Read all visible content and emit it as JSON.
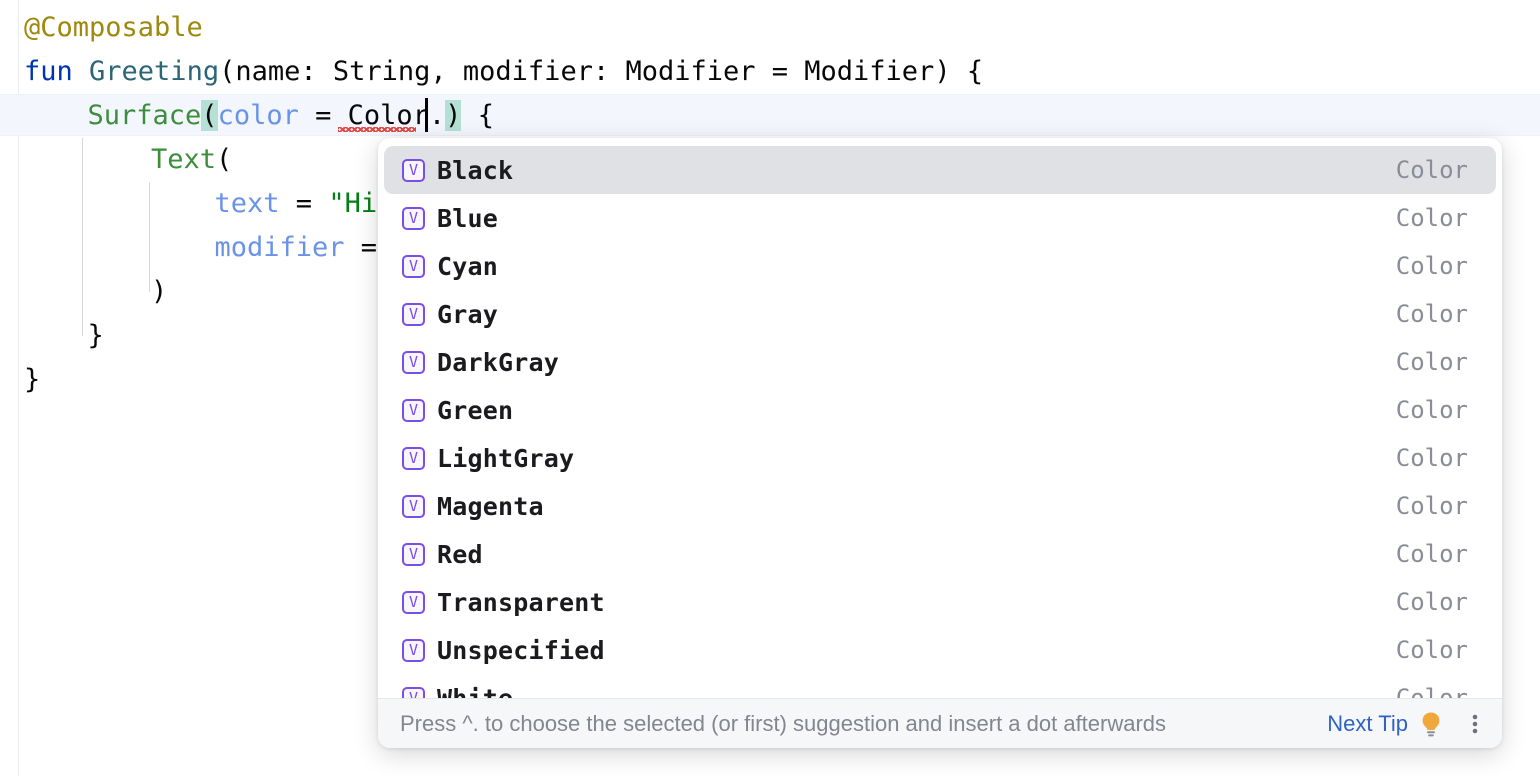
{
  "editor": {
    "lines": [
      {
        "indent": 0,
        "segments": [
          {
            "text": "@Composable",
            "cls": "tok-annotation"
          }
        ]
      },
      {
        "indent": 0,
        "segments": [
          {
            "text": "fun ",
            "cls": "tok-keyword"
          },
          {
            "text": "Greeting",
            "cls": "tok-funcdecl"
          },
          {
            "text": "(name: String, modifier: Modifier = Modifier) {",
            "cls": "tok-plain"
          }
        ]
      },
      {
        "indent": 1,
        "segments": [
          {
            "text": "Surface",
            "cls": "tok-call"
          },
          {
            "text": "(",
            "cls": "tok-plain brace-match"
          },
          {
            "text": "color",
            "cls": "tok-namedarg"
          },
          {
            "text": " = ",
            "cls": "tok-plain"
          },
          {
            "text": "Color.",
            "cls": "tok-plain"
          },
          {
            "text": ")",
            "cls": "tok-plain brace-match"
          },
          {
            "text": " {",
            "cls": "tok-plain"
          }
        ]
      },
      {
        "indent": 2,
        "segments": [
          {
            "text": "Text",
            "cls": "tok-call"
          },
          {
            "text": "(",
            "cls": "tok-plain"
          }
        ]
      },
      {
        "indent": 3,
        "segments": [
          {
            "text": "text",
            "cls": "tok-namedarg"
          },
          {
            "text": " = ",
            "cls": "tok-plain"
          },
          {
            "text": "\"Hi,",
            "cls": "tok-string"
          }
        ]
      },
      {
        "indent": 3,
        "segments": [
          {
            "text": "modifier",
            "cls": "tok-namedarg"
          },
          {
            "text": " = ",
            "cls": "tok-plain"
          }
        ]
      },
      {
        "indent": 2,
        "segments": [
          {
            "text": ")",
            "cls": "tok-plain"
          }
        ]
      },
      {
        "indent": 1,
        "segments": [
          {
            "text": "}",
            "cls": "tok-plain"
          }
        ]
      },
      {
        "indent": 0,
        "segments": [
          {
            "text": "}",
            "cls": "tok-plain"
          }
        ]
      }
    ],
    "colors": {
      "annotation": "#9E880D",
      "keyword": "#0033B3",
      "function_declaration": "#2B6576",
      "function_call": "#3C8D3C",
      "named_argument": "#6A93E8",
      "string": "#067D17",
      "plain": "#080808",
      "brace_match_background": "#b5e0d6",
      "current_line_background": "#f3f7fd",
      "error_squiggle": "#e2403a"
    }
  },
  "completion": {
    "selected_index": 0,
    "icon_glyph": "V",
    "icon_name": "variable-kind-icon",
    "items": [
      {
        "label": "Black",
        "type": "Color"
      },
      {
        "label": "Blue",
        "type": "Color"
      },
      {
        "label": "Cyan",
        "type": "Color"
      },
      {
        "label": "Gray",
        "type": "Color"
      },
      {
        "label": "DarkGray",
        "type": "Color"
      },
      {
        "label": "Green",
        "type": "Color"
      },
      {
        "label": "LightGray",
        "type": "Color"
      },
      {
        "label": "Magenta",
        "type": "Color"
      },
      {
        "label": "Red",
        "type": "Color"
      },
      {
        "label": "Transparent",
        "type": "Color"
      },
      {
        "label": "Unspecified",
        "type": "Color"
      },
      {
        "label": "White",
        "type": "Color"
      }
    ],
    "colors": {
      "selected_row_background": "#dfe1e5",
      "icon_accent": "#7A4EE8",
      "type_text": "#8a8d98"
    }
  },
  "tip_bar": {
    "text": "Press ^. to choose the selected (or first) suggestion and insert a dot afterwards",
    "next_tip_label": "Next Tip",
    "bulb_icon_name": "lightbulb-icon",
    "menu_icon_name": "kebab-menu-icon",
    "colors": {
      "background": "#f6f7f9",
      "text": "#83868f",
      "link": "#2f62c4",
      "bulb": "#f0a83c"
    }
  }
}
